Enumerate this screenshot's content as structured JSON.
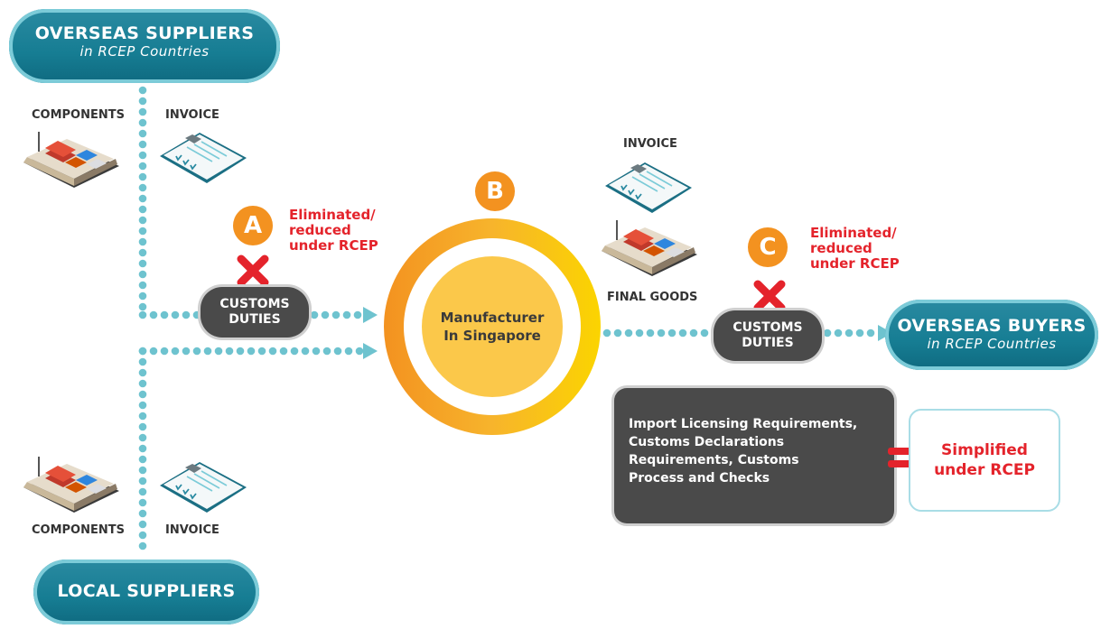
{
  "overseas_suppliers": {
    "title": "OVERSEAS SUPPLIERS",
    "subtitle": "in RCEP Countries"
  },
  "local_suppliers": {
    "title": "LOCAL SUPPLIERS"
  },
  "overseas_buyers": {
    "title": "OVERSEAS BUYERS",
    "subtitle": "in RCEP Countries"
  },
  "top_left": {
    "components_label": "COMPONENTS",
    "invoice_label": "INVOICE"
  },
  "bottom_left": {
    "components_label": "COMPONENTS",
    "invoice_label": "INVOICE"
  },
  "right_flow": {
    "invoice_label": "INVOICE",
    "final_goods_label": "FINAL GOODS"
  },
  "badges": {
    "a": "A",
    "b": "B",
    "c": "C"
  },
  "duties_a": {
    "line1": "CUSTOMS",
    "line2": "DUTIES",
    "note_line1": "Eliminated/",
    "note_line2": "reduced",
    "note_line3": "under RCEP"
  },
  "duties_c": {
    "line1": "CUSTOMS",
    "line2": "DUTIES",
    "note_line1": "Eliminated/",
    "note_line2": "reduced",
    "note_line3": "under RCEP"
  },
  "manufacturer": {
    "line1": "Manufacturer",
    "line2": "In Singapore"
  },
  "requirements": {
    "line1": "Import Licensing Requirements,",
    "line2": "Customs Declarations",
    "line3": "Requirements, Customs",
    "line4": "Process and Checks"
  },
  "simplified": {
    "line1": "Simplified",
    "line2": "under RCEP"
  },
  "colors": {
    "teal": "#167d93",
    "dot": "#6ec3cf",
    "orange": "#f39220",
    "red": "#e4232b",
    "dark": "#4a4a4a",
    "yellow": "#fbc84a"
  },
  "icons": [
    "cargo-ship-icon",
    "invoice-clipboard-icon",
    "red-x-icon",
    "equals-icon"
  ]
}
